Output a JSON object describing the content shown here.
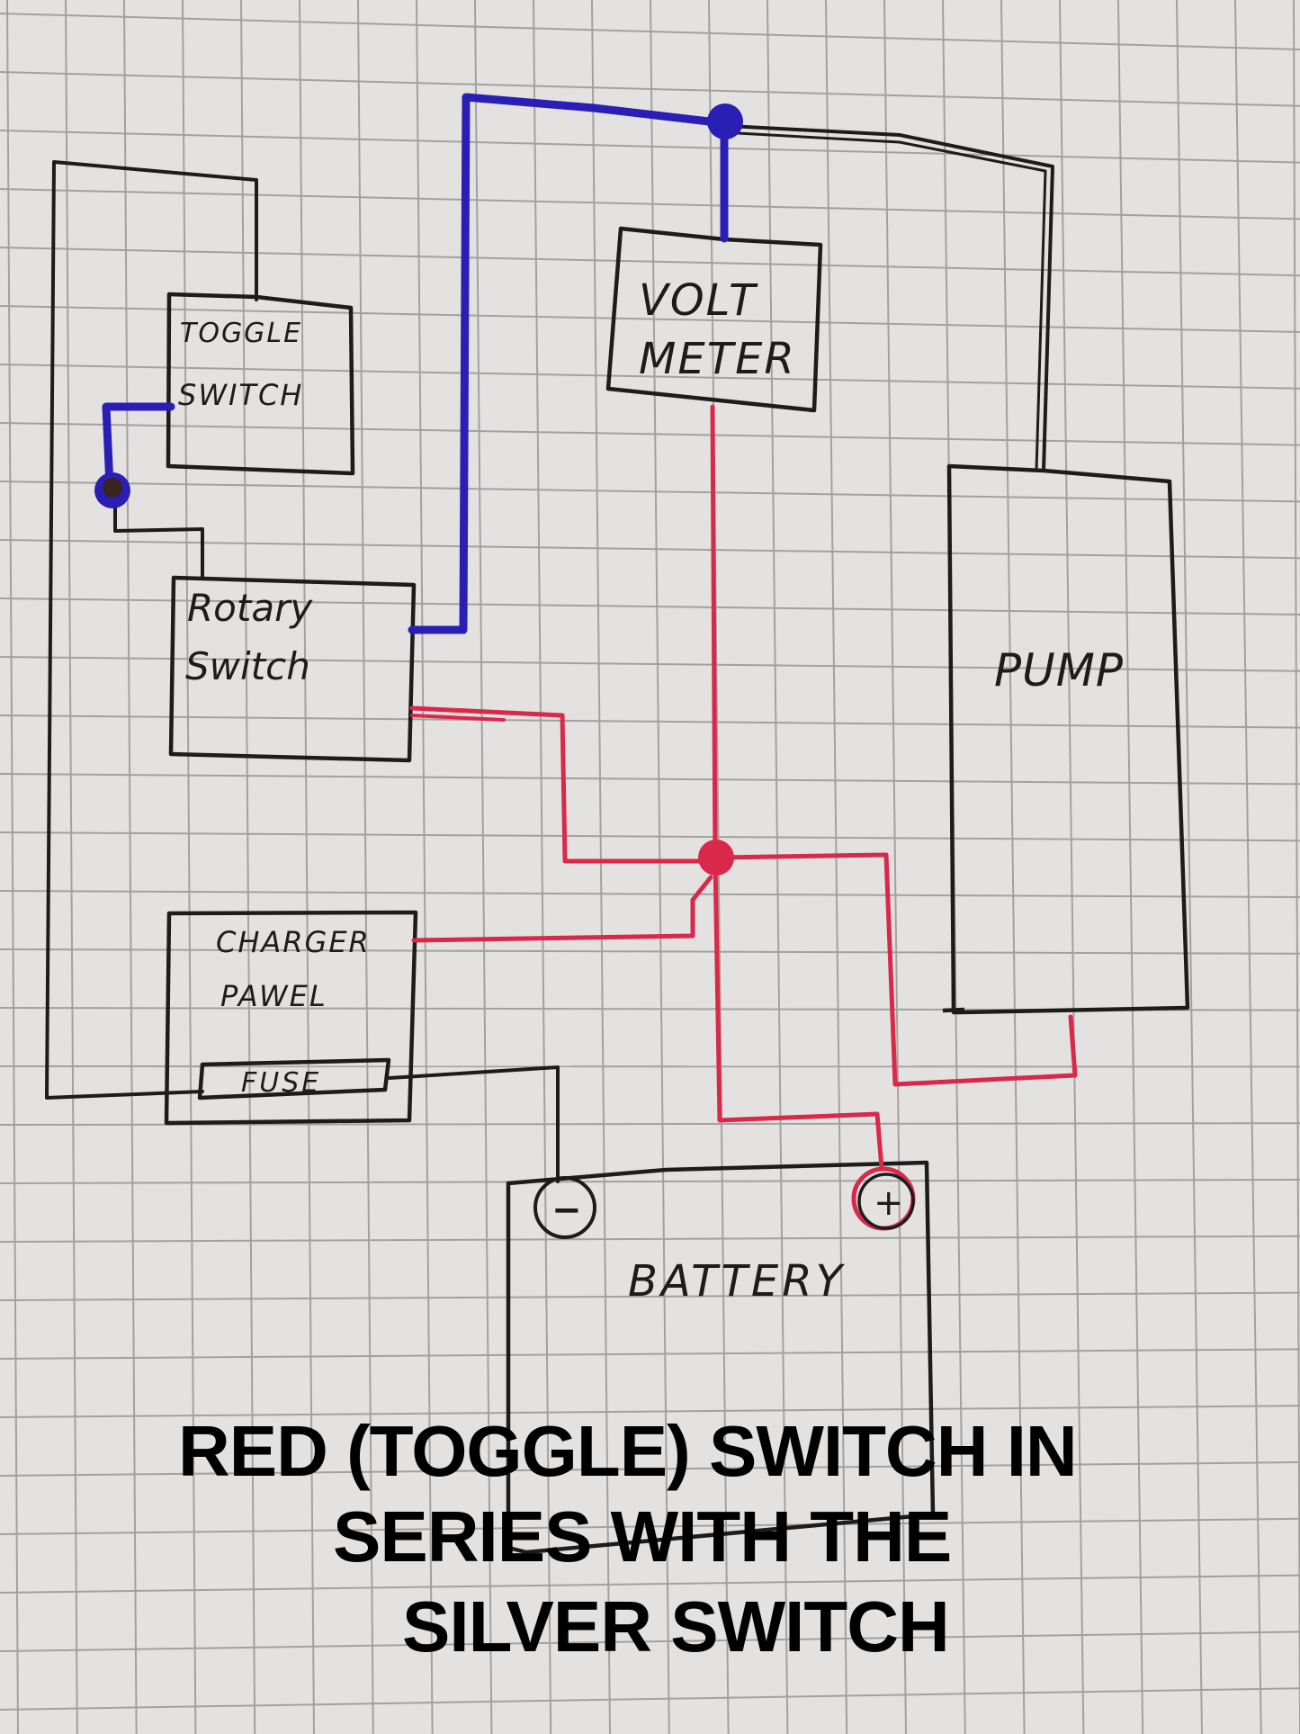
{
  "diagram": {
    "components": {
      "toggle_switch": [
        "TOGGLE",
        "SWITCH"
      ],
      "volt_meter": [
        "VOLT",
        "METER"
      ],
      "rotary_switch": [
        "Rotary",
        "Switch"
      ],
      "charger_panel": [
        "CHARGER",
        "PAWEL"
      ],
      "fuse": "FUSE",
      "pump": "PUMP",
      "battery": "BATTERY",
      "battery_negative": "−",
      "battery_positive": "+"
    },
    "caption": {
      "line1": "RED (TOGGLE) SWITCH IN",
      "line2": "SERIES WITH  THE",
      "line3": "SILVER SWITCH"
    },
    "colors": {
      "paper": "#e4e2e0",
      "grid": "#a3a19f",
      "wire_black": "#1c1c1c",
      "wire_blue": "#2a1fb5",
      "wire_red": "#d9284a"
    }
  }
}
